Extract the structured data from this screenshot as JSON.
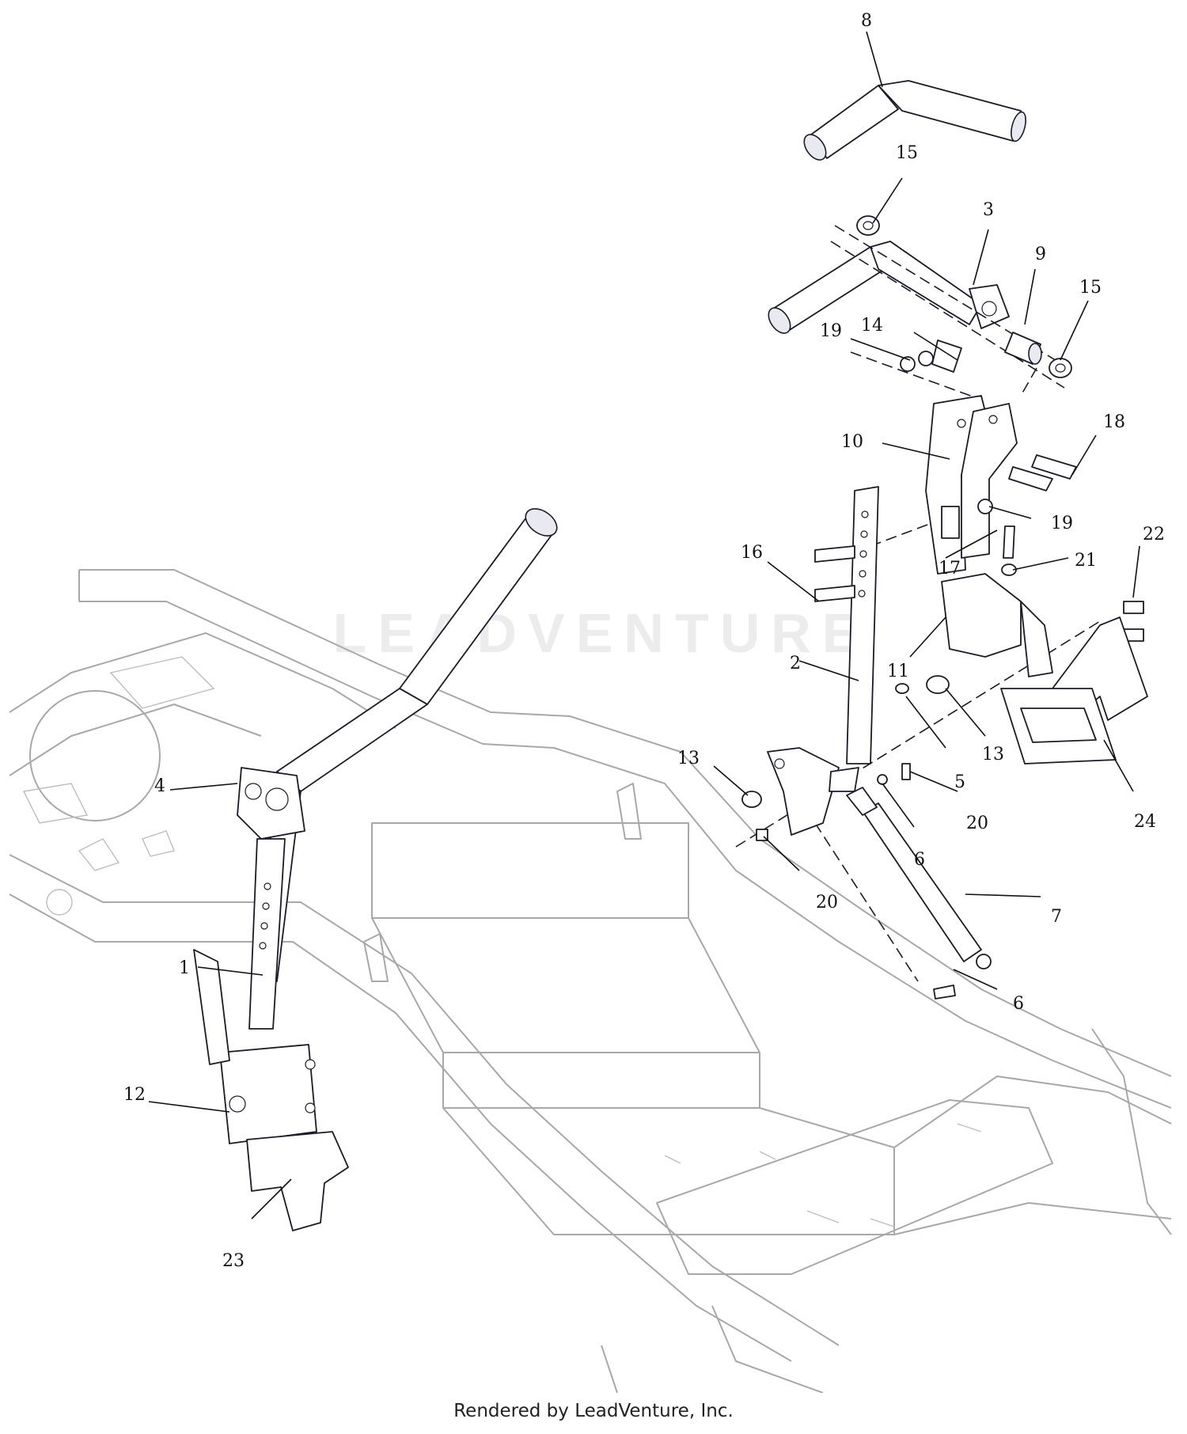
{
  "footer": {
    "text": "Rendered by LeadVenture, Inc."
  },
  "watermark": {
    "text": "LEADVENTURE"
  },
  "callouts": {
    "c1": "1",
    "c2": "2",
    "c3": "3",
    "c4": "4",
    "c5": "5",
    "c6a": "6",
    "c6b": "6",
    "c7": "7",
    "c8": "8",
    "c9": "9",
    "c10": "10",
    "c11": "11",
    "c12": "12",
    "c13a": "13",
    "c13b": "13",
    "c14": "14",
    "c15a": "15",
    "c15b": "15",
    "c16": "16",
    "c17": "17",
    "c18": "18",
    "c19a": "19",
    "c19b": "19",
    "c20a": "20",
    "c20b": "20",
    "c21": "21",
    "c22": "22",
    "c23": "23",
    "c24": "24"
  }
}
